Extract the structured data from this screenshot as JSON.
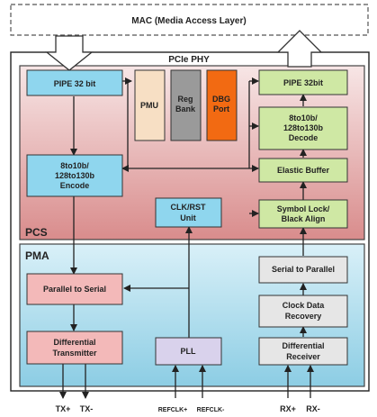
{
  "mac_label": "MAC (Media Access Layer)",
  "phy_label": "PCIe PHY",
  "pcs": {
    "label": "PCS",
    "tx_pipe": "PIPE 32 bit",
    "tx_encode": [
      "8to10b/",
      "128to130b",
      "Encode"
    ],
    "pmu": "PMU",
    "reg_bank": [
      "Reg",
      "Bank"
    ],
    "dbg_port": [
      "DBG",
      "Port"
    ],
    "rx_pipe": "PIPE 32bit",
    "rx_decode": [
      "8to10b/",
      "128to130b",
      "Decode"
    ],
    "elastic_buffer": "Elastic Buffer",
    "symbol_lock": [
      "Symbol Lock/",
      "Black Align"
    ],
    "clk_rst": [
      "CLK/RST",
      "Unit"
    ]
  },
  "pma": {
    "label": "PMA",
    "parallel_to_serial": "Parallel to Serial",
    "diff_transmitter": [
      "Differential",
      "Transmitter"
    ],
    "pll": "PLL",
    "serial_to_parallel": "Serial to Parallel",
    "cdr": [
      "Clock Data",
      "Recovery"
    ],
    "diff_receiver": [
      "Differential",
      "Receiver"
    ]
  },
  "pins": {
    "tx_plus": "TX+",
    "tx_minus": "TX-",
    "refclk_plus": "REFCLK+",
    "refclk_minus": "REFCLK-",
    "rx_plus": "RX+",
    "rx_minus": "RX-"
  },
  "colors": {
    "pcs_top": "#f6e2e2",
    "pcs_bottom": "#d98a8a",
    "pma_top": "#d6eef7",
    "pma_bottom": "#8fd0e6",
    "tx_block": "#8fd6ee",
    "rx_block": "#cfe8a4",
    "pmu": "#f7dfc4",
    "reg_bank": "#9a9a9a",
    "dbg_port": "#f26a12",
    "pma_tx_block": "#f3b9b9",
    "pma_rx_block": "#e6e6e6",
    "pll": "#d9d2ec"
  }
}
